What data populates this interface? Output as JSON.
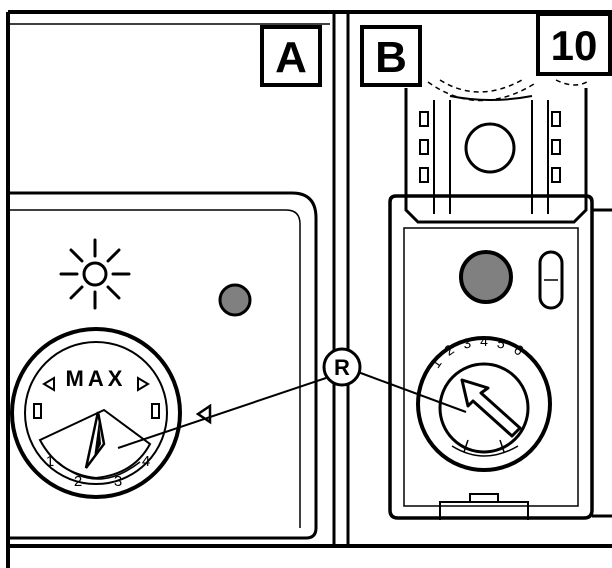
{
  "figure_number": "10",
  "panels": {
    "a": {
      "label": "A",
      "dial": {
        "top_text": "MAX",
        "scale": [
          "1",
          "2",
          "3",
          "4"
        ]
      }
    },
    "b": {
      "label": "B",
      "dial": {
        "scale": [
          "1",
          "2",
          "3",
          "4",
          "5",
          "6"
        ]
      }
    }
  },
  "callout": {
    "label": "R"
  },
  "colors": {
    "line": "#000000",
    "indicator": "#808080",
    "background": "#ffffff"
  },
  "icons": {
    "brightness": "sun-icon"
  }
}
